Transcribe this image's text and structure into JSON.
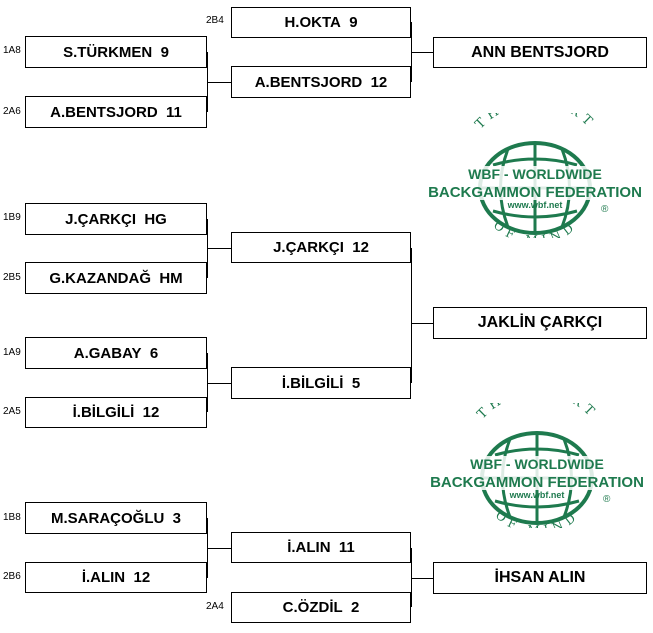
{
  "groups": [
    {
      "r1": [
        {
          "seed": "1A8",
          "name": "S.TÜRKMEN",
          "score": "9"
        },
        {
          "seed": "2A6",
          "name": "A.BENTSJORD",
          "score": "11"
        }
      ],
      "r2": [
        {
          "seed": "2B4",
          "name": "H.OKTA",
          "score": "9"
        },
        {
          "name": "A.BENTSJORD",
          "score": "12"
        }
      ],
      "final": "ANN BENTSJORD"
    },
    {
      "r1": [
        {
          "seed": "1B9",
          "name": "J.ÇARKÇI",
          "score": "HG"
        },
        {
          "seed": "2B5",
          "name": "G.KAZANDAĞ",
          "score": "HM"
        },
        {
          "seed": "1A9",
          "name": "A.GABAY",
          "score": "6"
        },
        {
          "seed": "2A5",
          "name": "İ.BİLGİLİ",
          "score": "12"
        }
      ],
      "r2": [
        {
          "name": "J.ÇARKÇI",
          "score": "12"
        },
        {
          "name": "İ.BİLGİLİ",
          "score": "5"
        }
      ],
      "final": "JAKLİN ÇARKÇI"
    },
    {
      "r1": [
        {
          "seed": "1B8",
          "name": "M.SARAÇOĞLU",
          "score": "3"
        },
        {
          "seed": "2B6",
          "name": "İ.ALIN",
          "score": "12"
        }
      ],
      "r2": [
        {
          "name": "İ.ALIN",
          "score": "11"
        },
        {
          "seed": "2A4",
          "name": "C.ÖZDİL",
          "score": "2"
        }
      ],
      "final": "İHSAN ALIN"
    }
  ],
  "logo": {
    "top_text": "THE SPORT",
    "line1": "WBF - WORLDWIDE",
    "line2": "BACKGAMMON FEDERATION",
    "url": "www.wbf.net",
    "bottom_text": "OF MIND",
    "mark": "®",
    "color": "#1e7a4e"
  }
}
